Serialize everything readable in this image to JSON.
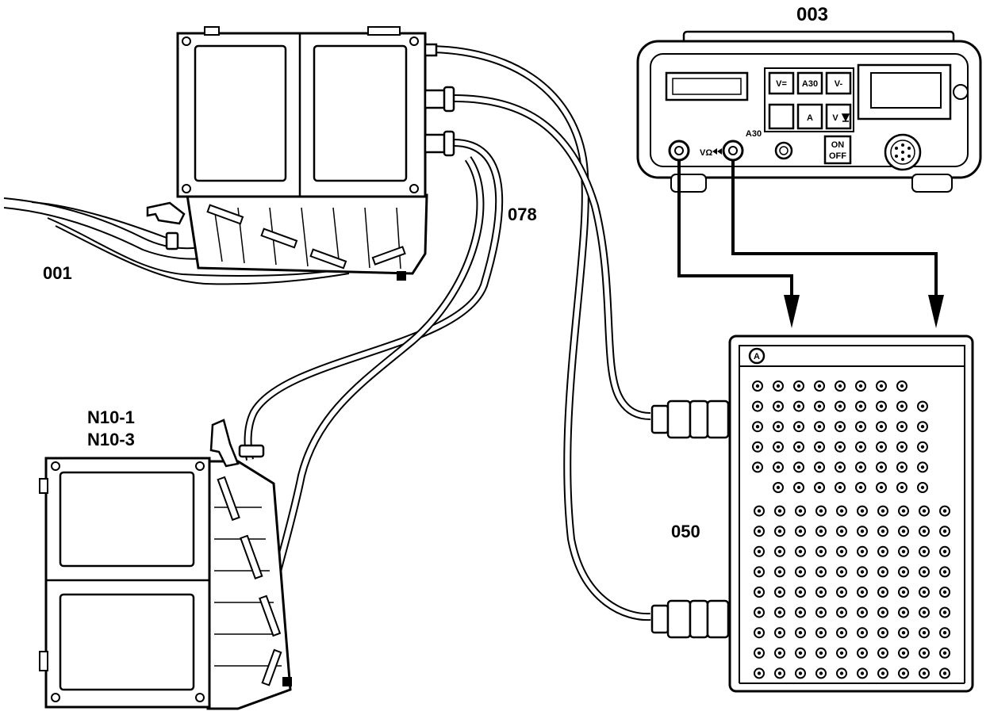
{
  "labels": {
    "meter": "003",
    "module_top": "001",
    "cables": "078",
    "modules_bottom_1": "N10-1",
    "modules_bottom_2": "N10-3",
    "breakout_box": "050"
  },
  "meter": {
    "buttons": [
      "V=",
      "A30",
      "V-",
      "",
      "A",
      "V"
    ],
    "power_button": [
      "ON",
      "OFF"
    ],
    "side_label": "A30",
    "jack_label": "VΩ"
  },
  "breakout_box": {
    "corner_mark": "A",
    "socket_rows": [
      8,
      9,
      9,
      9,
      9,
      8,
      10,
      10,
      10,
      10,
      10,
      10,
      10,
      10,
      10
    ]
  },
  "colors": {
    "line": "#000000",
    "background": "#ffffff"
  }
}
